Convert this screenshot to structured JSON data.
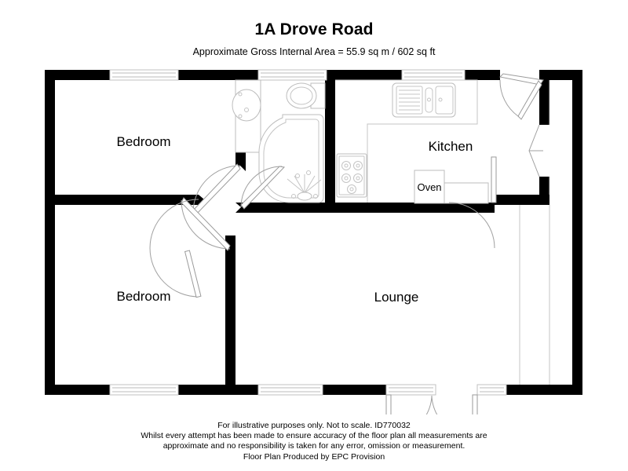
{
  "header": {
    "title": "1A Drove Road",
    "subtitle": "Approximate Gross Internal Area = 55.9 sq m / 602 sq ft"
  },
  "rooms": [
    {
      "name": "bedroom-upper",
      "label": "Bedroom"
    },
    {
      "name": "bedroom-lower",
      "label": "Bedroom"
    },
    {
      "name": "kitchen",
      "label": "Kitchen"
    },
    {
      "name": "lounge",
      "label": "Lounge"
    },
    {
      "name": "oven",
      "label": "Oven"
    }
  ],
  "footer": {
    "line1": "For illustrative purposes only. Not to scale. ID770032",
    "line2": "Whilst every attempt has been made to ensure accuracy of the floor plan all measurements are",
    "line3": "approximate and no responsibility is taken for any error, omission or measurement.",
    "line4": "Floor Plan Produced by EPC Provision"
  },
  "colors": {
    "wall": "#000000",
    "fixture_stroke": "#bdbdbd",
    "door_stroke": "#a0a0a0",
    "background": "#ffffff",
    "text": "#000000"
  }
}
